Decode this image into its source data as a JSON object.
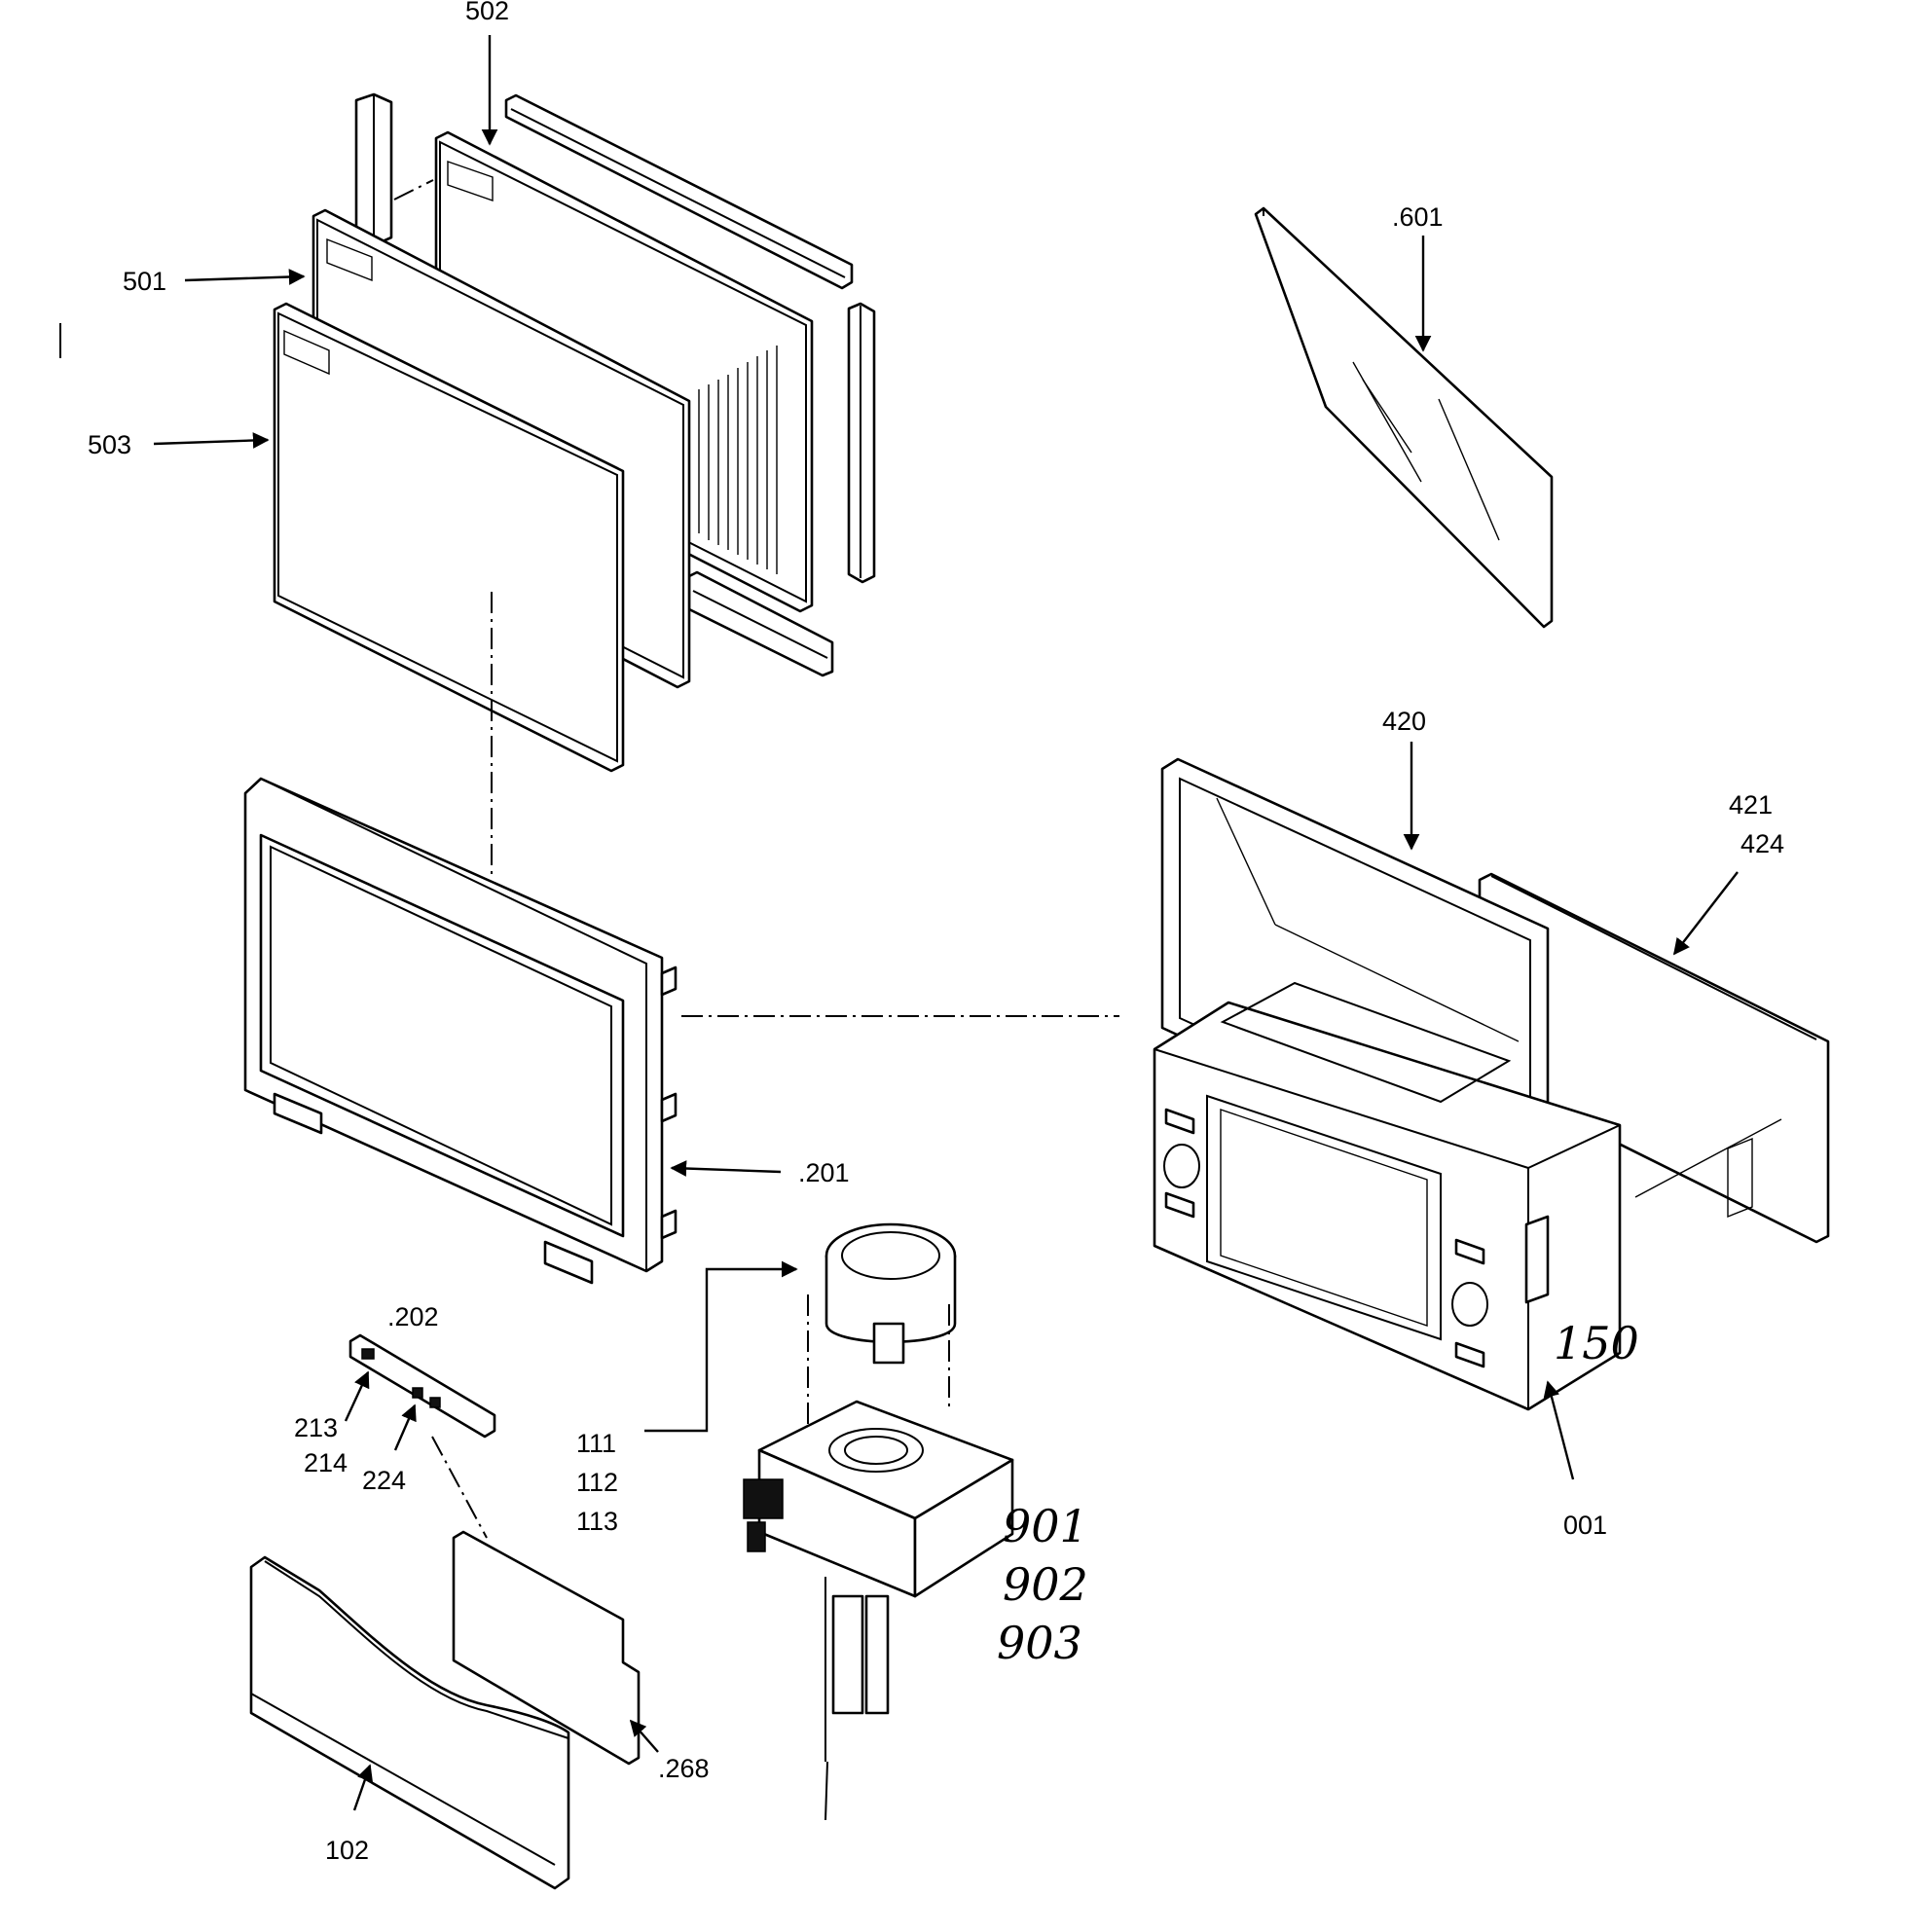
{
  "figure": {
    "callouts": {
      "c502": "502",
      "c501": "501",
      "c503": "503",
      "c601": ".601",
      "c420": "420",
      "c421": "421",
      "c424": "424",
      "c201": ".201",
      "c202": ".202",
      "c213": "213",
      "c214": "214",
      "c224": "224",
      "c111": "111",
      "c112": "112",
      "c113": "113",
      "c150": "150",
      "c001": "001",
      "c901": "901",
      "c902": "902",
      "c903": "903",
      "c268": ".268",
      "c102": "102"
    }
  }
}
